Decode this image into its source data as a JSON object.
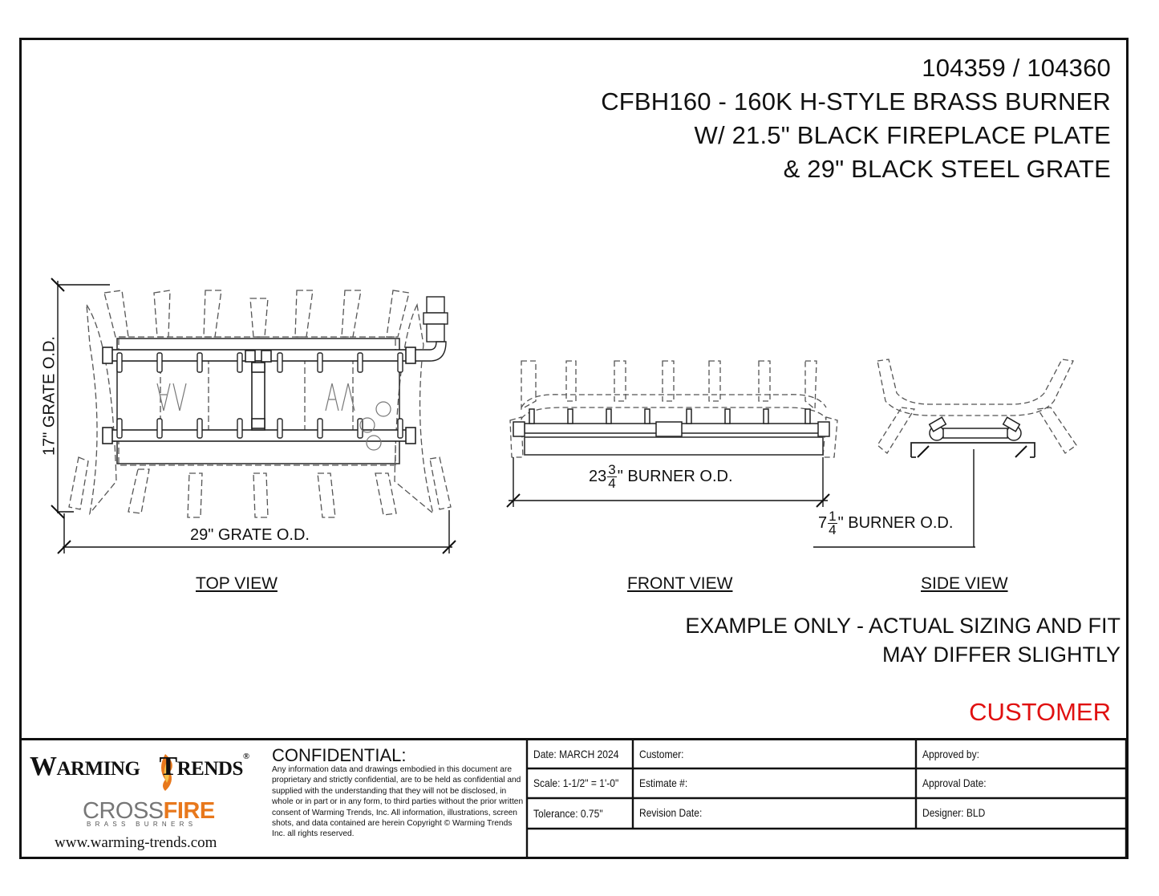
{
  "title": {
    "line1": "104359 / 104360",
    "line2": "CFBH160 - 160K H-STYLE BRASS BURNER",
    "line3": "W/ 21.5\" BLACK FIREPLACE PLATE",
    "line4": "& 29\" BLACK STEEL GRATE"
  },
  "dimensions": {
    "grate_depth": "17\" GRATE O.D.",
    "grate_width": "29\" GRATE O.D.",
    "burner_width_whole": "23",
    "burner_width_num": "3",
    "burner_width_den": "4",
    "burner_width_text": "\" BURNER O.D.",
    "burner_depth_whole": "7",
    "burner_depth_num": "1",
    "burner_depth_den": "4",
    "burner_depth_text": "\" BURNER O.D."
  },
  "views": {
    "top": "TOP VIEW",
    "front": "FRONT VIEW",
    "side": "SIDE VIEW"
  },
  "notice": {
    "line1": "EXAMPLE ONLY - ACTUAL SIZING AND FIT",
    "line2": "MAY DIFFER SLIGHTLY"
  },
  "stamp": "CUSTOMER",
  "logo": {
    "warming_w": "W",
    "warming_rest": "ARMING",
    "trends_t": "T",
    "trends_rest": "RENDS",
    "reg": "®",
    "cross": "CROSS",
    "fire": "FIRE",
    "sub": "BRASS BURNERS"
  },
  "website": "www.warming-trends.com",
  "confidential": {
    "heading": "CONFIDENTIAL:",
    "body": "Any information data and drawings embodied in this document are proprietary and strictly confidential, are to be held as confidential and supplied with the understanding that they will not be disclosed, in whole or in part or in any form, to third parties without the prior written consent of Warming Trends, Inc. All information, illustrations, screen shots, and data contained are herein Copyright © Warming Trends Inc. all rights reserved."
  },
  "info_table": {
    "date": "Date: MARCH 2024",
    "scale": "Scale: 1-1/2\" = 1'-0\"",
    "tolerance": "Tolerance: 0.75\"",
    "customer": "Customer:",
    "estimate": "Estimate #:",
    "revision_date": "Revision Date:",
    "approved_by": "Approved by:",
    "approval_date": "Approval Date:",
    "designer": "Designer: BLD"
  }
}
